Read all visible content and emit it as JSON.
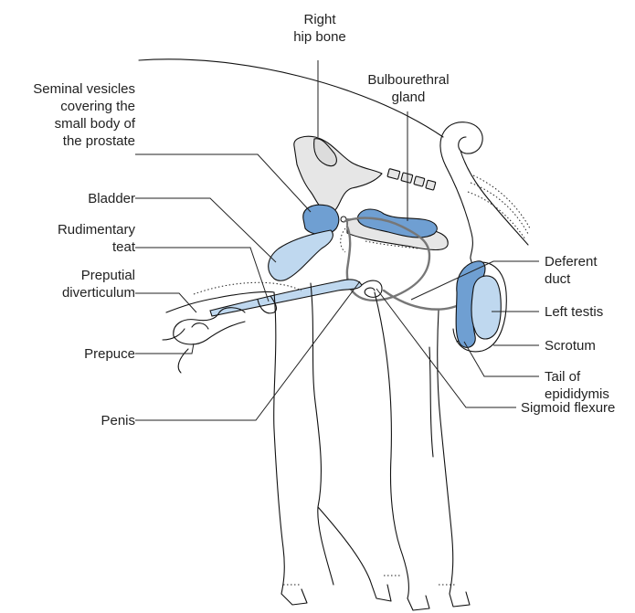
{
  "labels": {
    "right_hip_bone": "Right\nhip bone",
    "bulbourethral_gland": "Bulbourethral\ngland",
    "seminal_vesicles": "Seminal vesicles\ncovering the\nsmall body of\nthe prostate",
    "bladder": "Bladder",
    "rudimentary_teat": "Rudimentary\nteat",
    "preputial_diverticulum": "Preputial\ndiverticulum",
    "prepuce": "Prepuce",
    "penis": "Penis",
    "deferent_duct": "Deferent\nduct",
    "left_testis": "Left testis",
    "scrotum": "Scrotum",
    "tail_of_epididymis": "Tail of\nepididymis",
    "sigmoid_flexure": "Sigmoid flexure"
  },
  "colors": {
    "organ_dark_blue": "#6f9fd2",
    "organ_light_blue": "#bfd8ef",
    "bone_grey": "#e6e6e6",
    "line": "#222222"
  }
}
